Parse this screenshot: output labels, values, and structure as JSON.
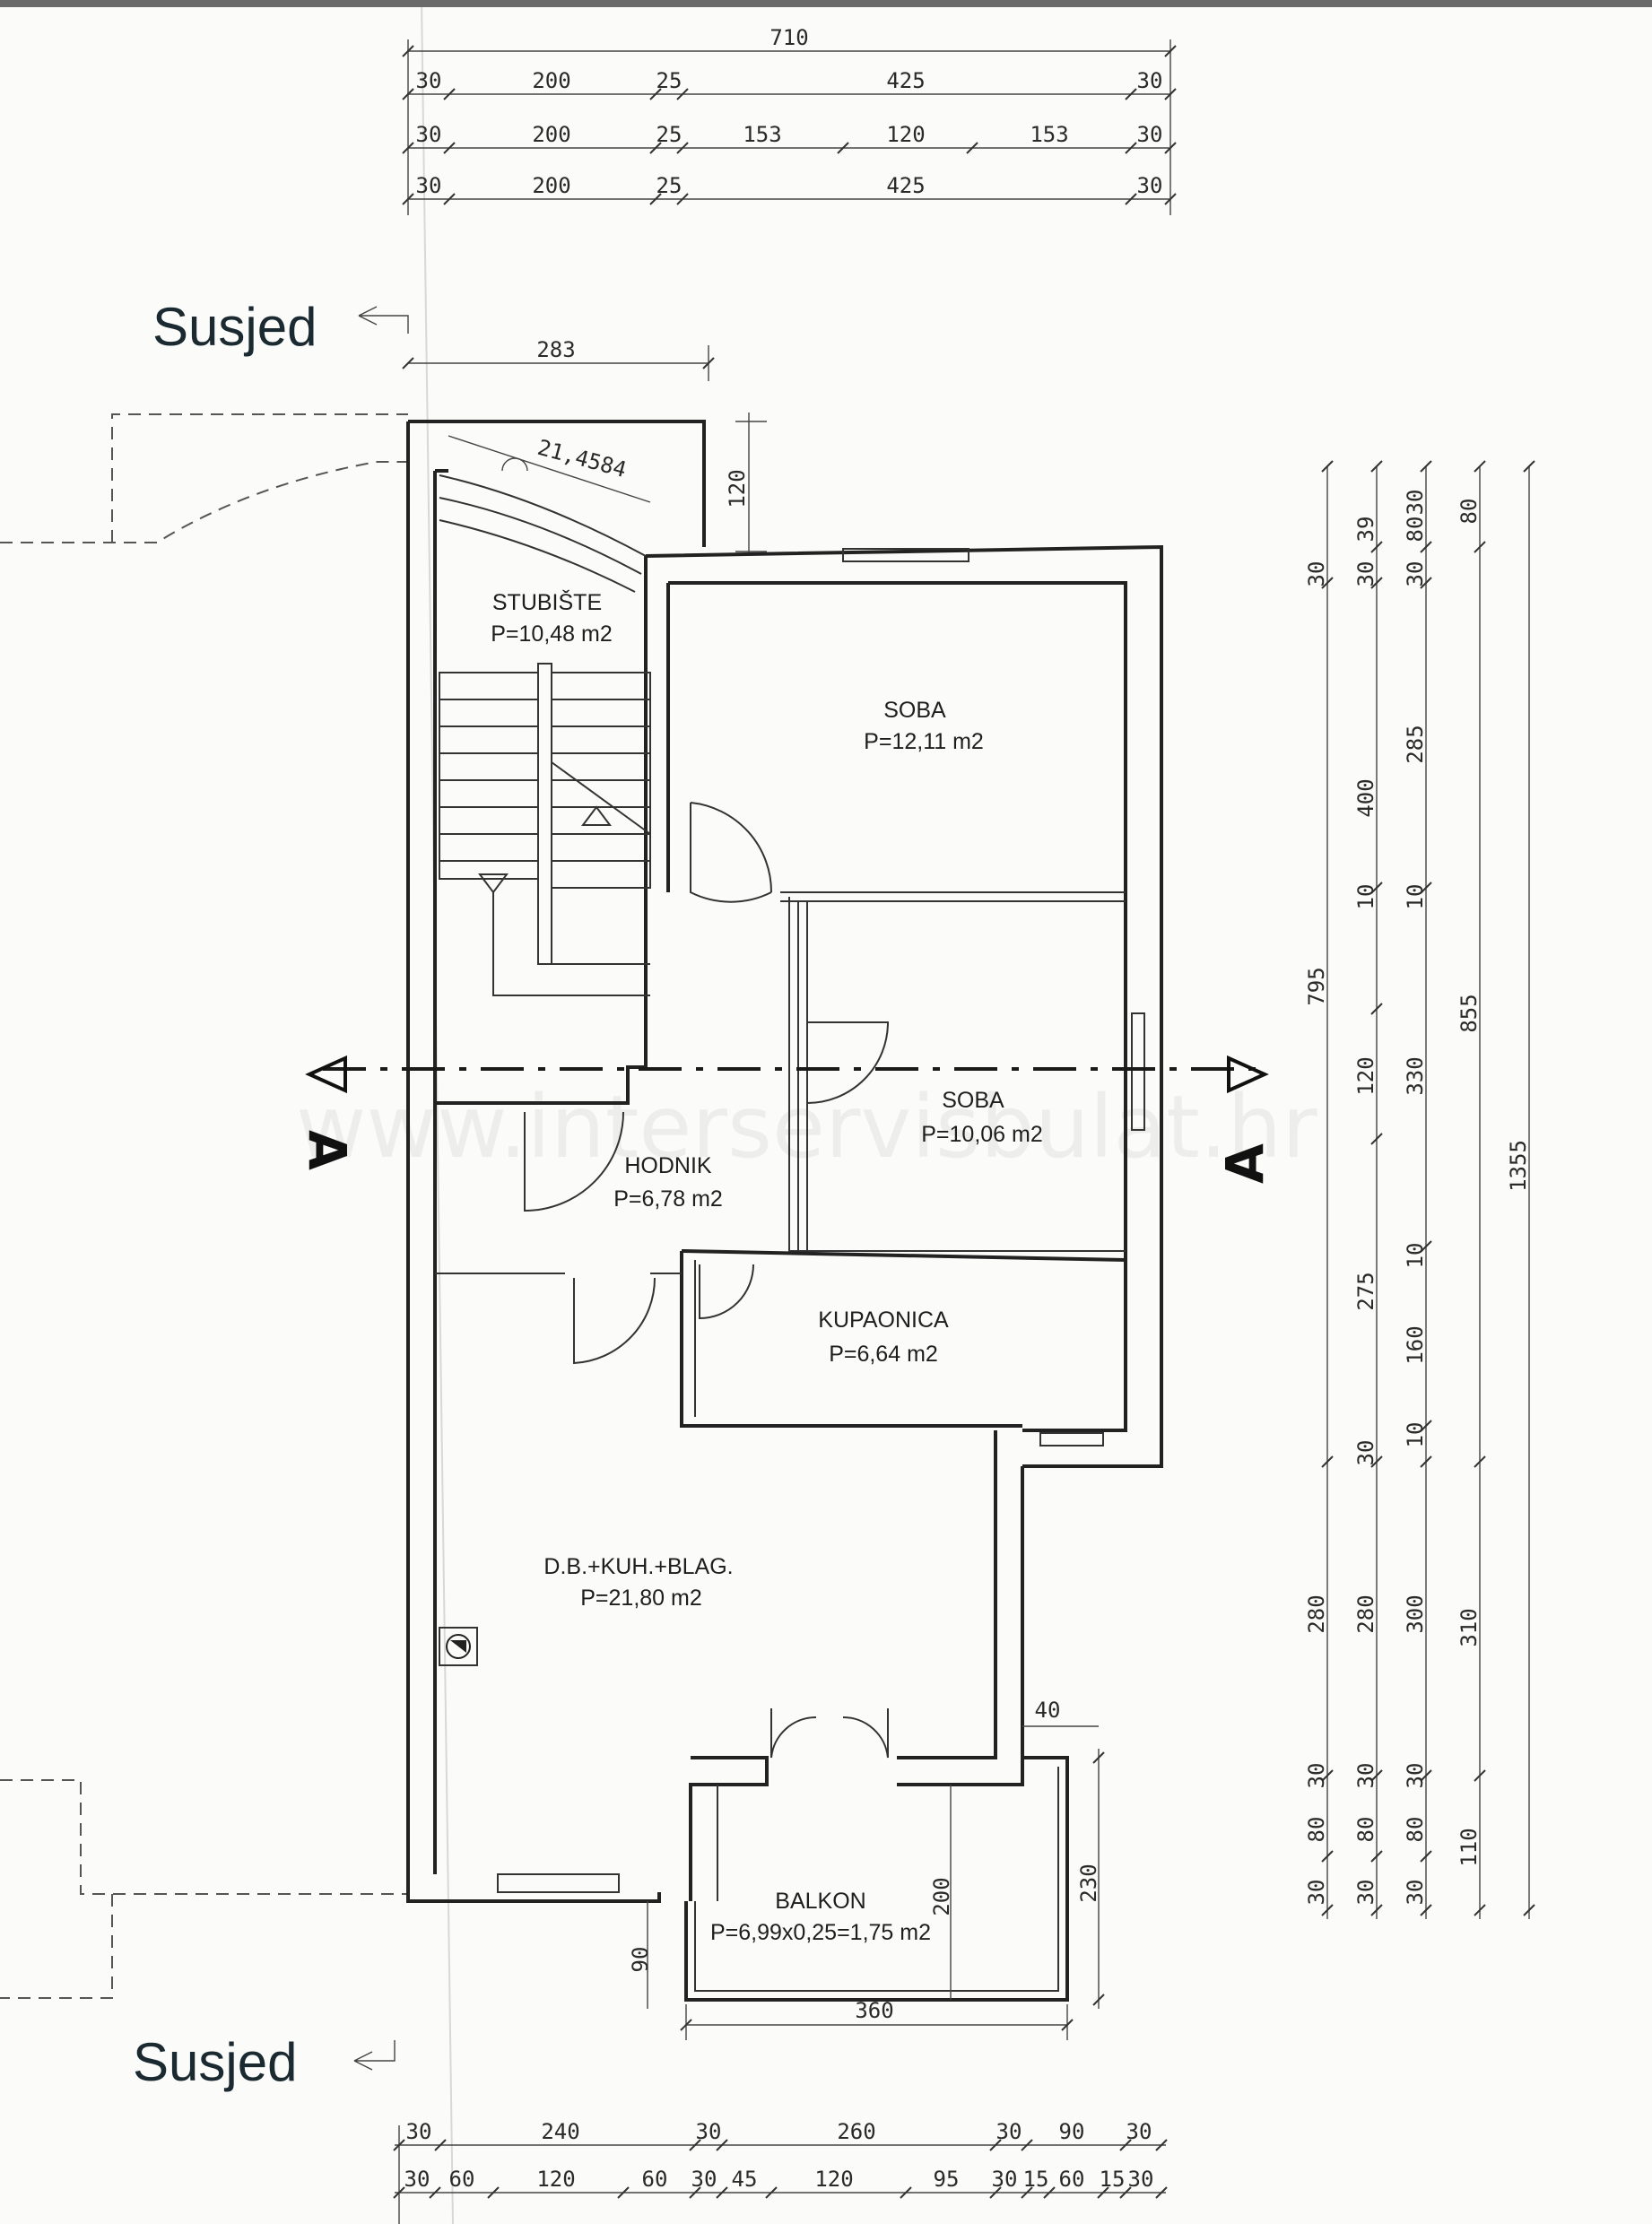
{
  "labels": {
    "neighbor_top": "Susjed",
    "neighbor_bottom": "Susjed",
    "section_left": "A",
    "section_right": "A",
    "watermark": "www.interservisbulat.hr",
    "radius": "21,4584"
  },
  "rooms": {
    "stubiste": {
      "name": "STUBIŠTE",
      "area": "P=10,48 m2"
    },
    "soba1": {
      "name": "SOBA",
      "area": "P=12,11 m2"
    },
    "soba2": {
      "name": "SOBA",
      "area": "P=10,06 m2"
    },
    "hodnik": {
      "name": "HODNIK",
      "area": "P=6,78 m2"
    },
    "kupaonica": {
      "name": "KUPAONICA",
      "area": "P=6,64 m2"
    },
    "dnevni": {
      "name": "D.B.+KUH.+BLAG.",
      "area": "P=21,80 m2"
    },
    "balkon": {
      "name": "BALKON",
      "area": "P=6,99x0,25=1,75 m2"
    }
  },
  "dims": {
    "top": {
      "overall": "710",
      "row2": [
        "30",
        "200",
        "25",
        "425",
        "30"
      ],
      "row3": [
        "30",
        "200",
        "25",
        "153",
        "120",
        "153",
        "30"
      ],
      "row4": [
        "30",
        "200",
        "25",
        "425",
        "30"
      ]
    },
    "stair_width": "283",
    "stair_offset": "120",
    "right": {
      "col1": [
        "30",
        "795",
        "280",
        "30",
        "80",
        "30"
      ],
      "col2": [
        "39",
        "30",
        "400",
        "10",
        "120",
        "275",
        "30",
        "280",
        "30",
        "80",
        "30"
      ],
      "col3": [
        "30",
        "80",
        "30",
        "285",
        "10",
        "330",
        "10",
        "160",
        "10",
        "300",
        "30",
        "80",
        "30"
      ],
      "col4": [
        "80",
        "855",
        "310",
        "110"
      ],
      "col5": [
        "1355"
      ]
    },
    "balcony": {
      "width": "360",
      "depth": "230",
      "offset": "200",
      "left": "90",
      "step": "40"
    },
    "bottom": {
      "row1": [
        "30",
        "240",
        "30",
        "260",
        "30",
        "90",
        "30"
      ],
      "row2": [
        "30",
        "60",
        "120",
        "60",
        "30",
        "45",
        "120",
        "95",
        "30",
        "15",
        "60",
        "15",
        "30"
      ]
    }
  }
}
